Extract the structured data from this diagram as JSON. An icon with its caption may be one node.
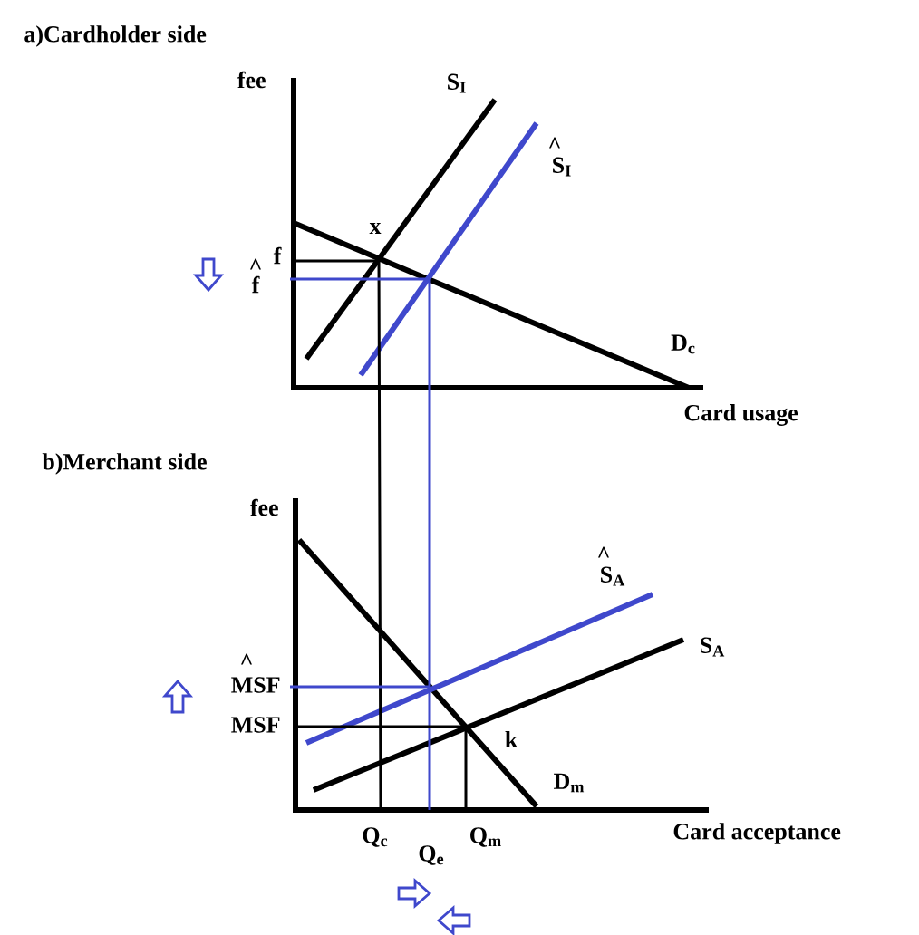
{
  "diagram": {
    "labels": [
      "a)Cardholder side",
      "fee",
      "S$_{I}$",
      "^",
      "S$_{I}$",
      "x",
      "f",
      "^",
      "f",
      "D$_{c}$",
      "Card usage",
      "b)Merchant side",
      "fee",
      "^",
      "S$_{A}$",
      "S$_{A}$",
      "^",
      "MSF",
      "MSF",
      "k",
      "D$_{m}$",
      "Q$_{c}$",
      "Q$_{e}$",
      "Q$_{m}$",
      "Card acceptance"
    ]
  }
}
